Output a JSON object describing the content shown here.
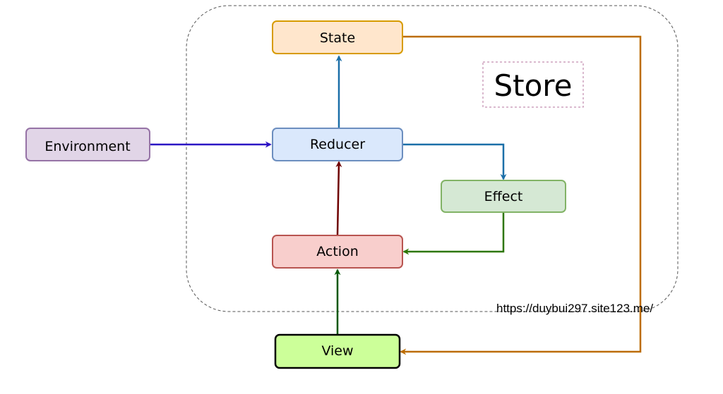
{
  "diagram": {
    "store_label": "Store",
    "url": "https://duybui297.site123.me/",
    "nodes": {
      "state": {
        "label": "State",
        "fill": "#FFE6CC",
        "stroke": "#D79B00"
      },
      "reducer": {
        "label": "Reducer",
        "fill": "#DAE8FC",
        "stroke": "#6C8EBF"
      },
      "environment": {
        "label": "Environment",
        "fill": "#E1D5E7",
        "stroke": "#9673A6"
      },
      "effect": {
        "label": "Effect",
        "fill": "#D5E8D4",
        "stroke": "#82B366"
      },
      "action": {
        "label": "Action",
        "fill": "#F8CECC",
        "stroke": "#B85450"
      },
      "view": {
        "label": "View",
        "fill": "#CCFF99",
        "stroke": "#000000"
      }
    },
    "edges": [
      {
        "from": "reducer",
        "to": "state",
        "color": "#1B6FA8"
      },
      {
        "from": "environment",
        "to": "reducer",
        "color": "#2A0FC4"
      },
      {
        "from": "reducer",
        "to": "effect",
        "color": "#1B6FA8"
      },
      {
        "from": "effect",
        "to": "action",
        "color": "#2D7600"
      },
      {
        "from": "action",
        "to": "reducer",
        "color": "#6F0000"
      },
      {
        "from": "view",
        "to": "action",
        "color": "#005700"
      },
      {
        "from": "state",
        "to": "view",
        "color": "#BC6C00"
      }
    ]
  }
}
